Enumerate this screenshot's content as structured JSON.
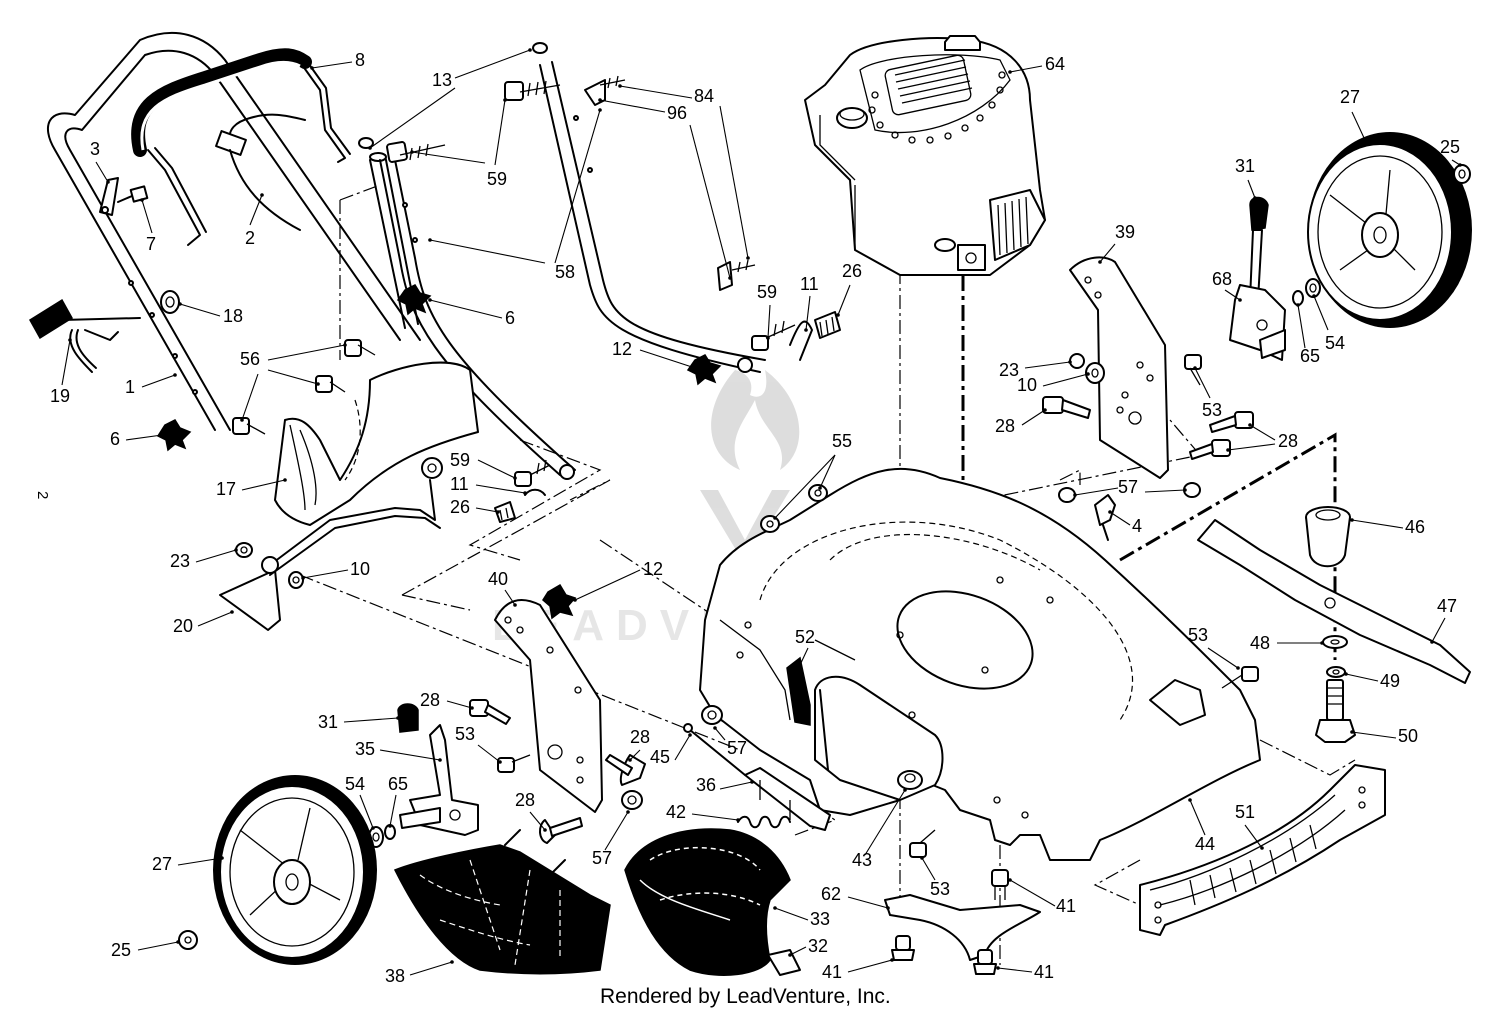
{
  "watermark": "LEADVENTURE",
  "footer": "Rendered by LeadVenture, Inc.",
  "page_mark": "2",
  "callouts": [
    {
      "id": "c8",
      "text": "8"
    },
    {
      "id": "c13",
      "text": "13"
    },
    {
      "id": "c84",
      "text": "84"
    },
    {
      "id": "c96",
      "text": "96"
    },
    {
      "id": "c64",
      "text": "64"
    },
    {
      "id": "c27a",
      "text": "27"
    },
    {
      "id": "c25a",
      "text": "25"
    },
    {
      "id": "c3",
      "text": "3"
    },
    {
      "id": "c7",
      "text": "7"
    },
    {
      "id": "c2",
      "text": "2"
    },
    {
      "id": "c59a",
      "text": "59"
    },
    {
      "id": "c58",
      "text": "58"
    },
    {
      "id": "c31a",
      "text": "31"
    },
    {
      "id": "c39",
      "text": "39"
    },
    {
      "id": "c68",
      "text": "68"
    },
    {
      "id": "c18",
      "text": "18"
    },
    {
      "id": "c6a",
      "text": "6"
    },
    {
      "id": "c59b",
      "text": "59"
    },
    {
      "id": "c11a",
      "text": "11"
    },
    {
      "id": "c26a",
      "text": "26"
    },
    {
      "id": "c65a",
      "text": "65"
    },
    {
      "id": "c54a",
      "text": "54"
    },
    {
      "id": "c19",
      "text": "19"
    },
    {
      "id": "c12a",
      "text": "12"
    },
    {
      "id": "c56",
      "text": "56"
    },
    {
      "id": "c1",
      "text": "1"
    },
    {
      "id": "c23a",
      "text": "23"
    },
    {
      "id": "c10a",
      "text": "10"
    },
    {
      "id": "c53a",
      "text": "53"
    },
    {
      "id": "c28a",
      "text": "28"
    },
    {
      "id": "c28b",
      "text": "28"
    },
    {
      "id": "c6b",
      "text": "6"
    },
    {
      "id": "c55",
      "text": "55"
    },
    {
      "id": "c59c",
      "text": "59"
    },
    {
      "id": "c17",
      "text": "17"
    },
    {
      "id": "c11b",
      "text": "11"
    },
    {
      "id": "c57a",
      "text": "57"
    },
    {
      "id": "c26b",
      "text": "26"
    },
    {
      "id": "c4",
      "text": "4"
    },
    {
      "id": "c46",
      "text": "46"
    },
    {
      "id": "c23b",
      "text": "23"
    },
    {
      "id": "c10b",
      "text": "10"
    },
    {
      "id": "c12b",
      "text": "12"
    },
    {
      "id": "c47",
      "text": "47"
    },
    {
      "id": "c20",
      "text": "20"
    },
    {
      "id": "c40",
      "text": "40"
    },
    {
      "id": "c52",
      "text": "52"
    },
    {
      "id": "c53b",
      "text": "53"
    },
    {
      "id": "c48",
      "text": "48"
    },
    {
      "id": "c49",
      "text": "49"
    },
    {
      "id": "c28c",
      "text": "28"
    },
    {
      "id": "c31b",
      "text": "31"
    },
    {
      "id": "c53c",
      "text": "53"
    },
    {
      "id": "c35",
      "text": "35"
    },
    {
      "id": "c28d",
      "text": "28"
    },
    {
      "id": "c45",
      "text": "45"
    },
    {
      "id": "c57b",
      "text": "57"
    },
    {
      "id": "c50",
      "text": "50"
    },
    {
      "id": "c54b",
      "text": "54"
    },
    {
      "id": "c65b",
      "text": "65"
    },
    {
      "id": "c36",
      "text": "36"
    },
    {
      "id": "c42",
      "text": "42"
    },
    {
      "id": "c28e",
      "text": "28"
    },
    {
      "id": "c57c",
      "text": "57"
    },
    {
      "id": "c43",
      "text": "43"
    },
    {
      "id": "c44",
      "text": "44"
    },
    {
      "id": "c51",
      "text": "51"
    },
    {
      "id": "c27b",
      "text": "27"
    },
    {
      "id": "c53d",
      "text": "53"
    },
    {
      "id": "c62",
      "text": "62"
    },
    {
      "id": "c41a",
      "text": "41"
    },
    {
      "id": "c33",
      "text": "33"
    },
    {
      "id": "c25b",
      "text": "25"
    },
    {
      "id": "c32",
      "text": "32"
    },
    {
      "id": "c38",
      "text": "38"
    },
    {
      "id": "c41b",
      "text": "41"
    },
    {
      "id": "c41c",
      "text": "41"
    }
  ]
}
